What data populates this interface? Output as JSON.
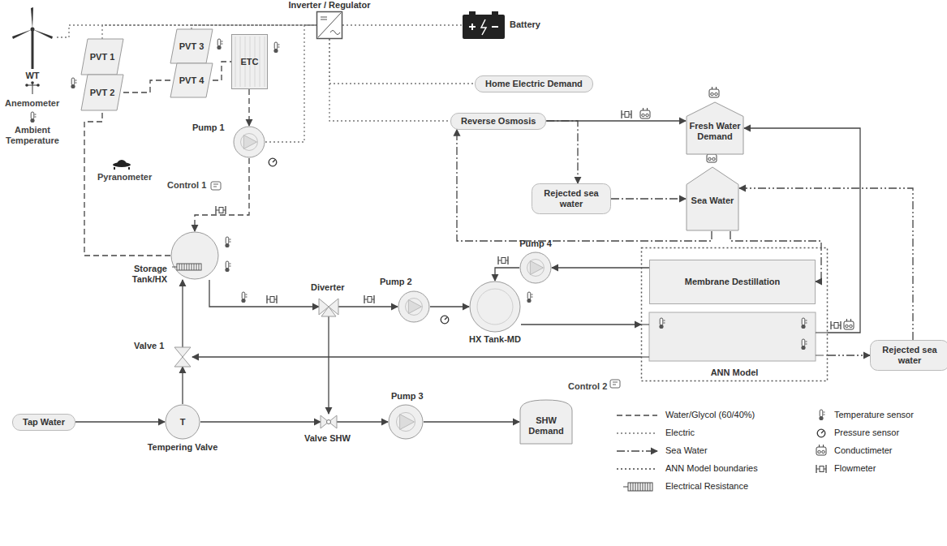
{
  "diagram": {
    "nodes": [
      {
        "text": [
          "WT"
        ]
      },
      {
        "text": [
          "PVT 1"
        ]
      },
      {
        "text": [
          "PVT 2"
        ]
      },
      {
        "text": [
          "PVT 3"
        ]
      },
      {
        "text": [
          "PVT 4"
        ]
      },
      {
        "text": [
          "ETC"
        ]
      },
      {
        "text": [
          "Pump 1"
        ]
      },
      {
        "text": [
          "Storage Tank/HX"
        ]
      },
      {
        "text": [
          "Inverter / Regulator"
        ]
      },
      {
        "text": [
          "Battery"
        ]
      },
      {
        "text": [
          "Home Electric Demand"
        ]
      },
      {
        "text": [
          "Reverse Osmosis"
        ]
      },
      {
        "text": [
          "Fresh Water Demand"
        ]
      },
      {
        "text": [
          "Rejected sea water"
        ]
      },
      {
        "text": [
          "Sea Water"
        ]
      },
      {
        "text": [
          "ANN Model"
        ]
      },
      {
        "text": [
          "Membrane Destillation"
        ],
        "in": 15
      },
      {
        "text": [
          "Pump 4"
        ]
      },
      {
        "text": [
          "HX Tank-MD"
        ]
      },
      {
        "text": [
          "Pump 2"
        ]
      },
      {
        "text": [
          "Diverter"
        ]
      },
      {
        "text": [
          "Valve 1"
        ]
      },
      {
        "text": [
          "T",
          "Tempering Valve"
        ]
      },
      {
        "text": [
          "Tap Water"
        ]
      },
      {
        "text": [
          "Valve SHW"
        ]
      },
      {
        "text": [
          "Pump 3"
        ]
      },
      {
        "text": [
          "SHW Demand"
        ]
      },
      {
        "text": [
          "Rejected sea water"
        ]
      }
    ],
    "edges": [
      {
        "from": 0,
        "to": 8,
        "arrow": "none"
      },
      {
        "from": 1,
        "to": 8,
        "arrow": "none"
      },
      {
        "from": 3,
        "to": 8,
        "arrow": "none"
      },
      {
        "from": 8,
        "to": 9,
        "arrow": "none"
      },
      {
        "from": 8,
        "to": 10,
        "arrow": "none"
      },
      {
        "from": 8,
        "to": 11,
        "arrow": "none"
      },
      {
        "from": 8,
        "to": 6,
        "arrow": "none"
      },
      {
        "from": 7,
        "to": 2,
        "arrow": "none"
      },
      {
        "from": 2,
        "to": 4,
        "arrow": "none"
      },
      {
        "from": 4,
        "to": 5,
        "arrow": "none"
      },
      {
        "from": 5,
        "to": 6,
        "arrow": "to"
      },
      {
        "from": 6,
        "to": 7,
        "arrow": "to"
      },
      {
        "from": 7,
        "to": 20,
        "arrow": "to"
      },
      {
        "from": 20,
        "to": 19,
        "arrow": "to"
      },
      {
        "from": 19,
        "to": 18,
        "arrow": "to"
      },
      {
        "from": 16,
        "to": 17,
        "arrow": "to"
      },
      {
        "from": 17,
        "to": 18,
        "arrow": "to"
      },
      {
        "from": 18,
        "to": 15,
        "arrow": "to"
      },
      {
        "from": 15,
        "to": 21,
        "arrow": "to"
      },
      {
        "from": 21,
        "to": 7,
        "arrow": "to"
      },
      {
        "from": 22,
        "to": 21,
        "arrow": "to"
      },
      {
        "from": 23,
        "to": 22,
        "arrow": "to"
      },
      {
        "from": 22,
        "to": 24,
        "arrow": "to"
      },
      {
        "from": 20,
        "to": 24,
        "arrow": "to"
      },
      {
        "from": 24,
        "to": 25,
        "arrow": "to"
      },
      {
        "from": 25,
        "to": 26,
        "arrow": "to"
      },
      {
        "from": 11,
        "to": 12,
        "arrow": "to"
      },
      {
        "from": 11,
        "to": 13,
        "arrow": "to"
      },
      {
        "from": 14,
        "to": 11,
        "arrow": "to"
      },
      {
        "from": 13,
        "to": 14,
        "arrow": "to"
      },
      {
        "from": 15,
        "to": 12,
        "arrow": "to"
      },
      {
        "from": 14,
        "to": 16,
        "arrow": "to"
      },
      {
        "from": 15,
        "to": 27,
        "arrow": "to"
      },
      {
        "from": 27,
        "to": 14,
        "arrow": "to"
      }
    ],
    "labels": [
      "Anemometer",
      "Ambient Temperature",
      "Pyranometer",
      "Control 1",
      "Control 2"
    ],
    "legend": [
      {
        "text": "Water/Glycol (60/40%)"
      },
      {
        "text": "Electric"
      },
      {
        "text": "Sea Water"
      },
      {
        "text": "ANN Model boundaries"
      },
      {
        "text": "Electrical Resistance"
      },
      {
        "text": "Temperature sensor"
      },
      {
        "text": "Pressure sensor"
      },
      {
        "text": "Conductimeter"
      },
      {
        "text": "Flowmeter"
      }
    ]
  }
}
